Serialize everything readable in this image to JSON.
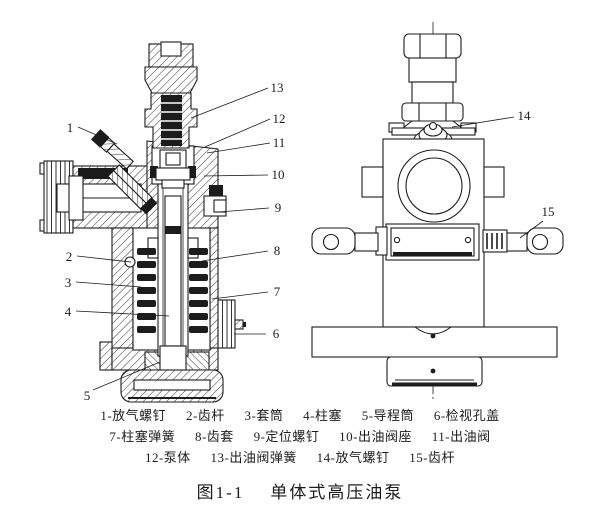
{
  "figure": {
    "title": {
      "number": "图1-1",
      "name": "单体式高压油泵"
    },
    "parts_lines": [
      [
        "1-放气螺钉",
        "2-齿杆",
        "3-套筒",
        "4-柱塞",
        "5-导程筒",
        "6-检视孔盖"
      ],
      [
        "7-柱塞弹簧",
        "8-齿套",
        "9-定位螺钉",
        "10-出油阀座",
        "11-出油阀"
      ],
      [
        "12-泵体",
        "13-出油阀弹簧",
        "14-放气螺钉",
        "15-齿杆"
      ]
    ],
    "callouts": {
      "n1": "1",
      "n2": "2",
      "n3": "3",
      "n4": "4",
      "n5": "5",
      "n6": "6",
      "n7": "7",
      "n8": "8",
      "n9": "9",
      "n10": "10",
      "n11": "11",
      "n12": "12",
      "n13": "13",
      "n14": "14",
      "n15": "15"
    },
    "colors": {
      "ink": "#1c1c1c",
      "paper": "#ffffff"
    }
  }
}
